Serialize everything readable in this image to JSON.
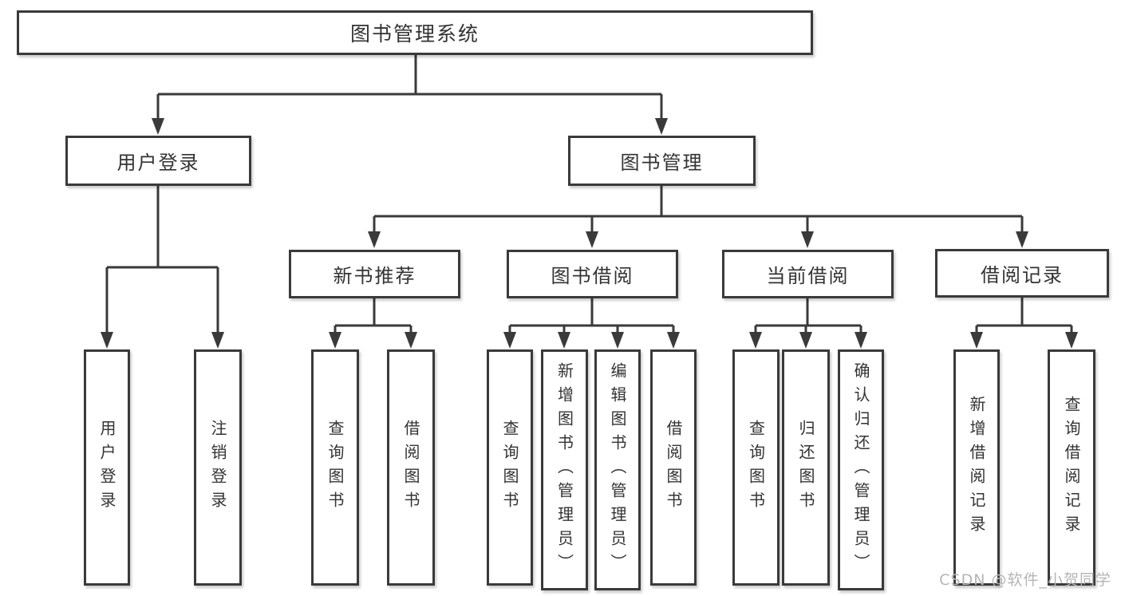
{
  "diagram": {
    "root": {
      "label": "图书管理系统"
    },
    "level2": [
      {
        "label": "用户登录"
      },
      {
        "label": "图书管理"
      }
    ],
    "level3": [
      {
        "label": "新书推荐",
        "parent": "图书管理"
      },
      {
        "label": "图书借阅",
        "parent": "图书管理"
      },
      {
        "label": "当前借阅",
        "parent": "图书管理"
      },
      {
        "label": "借阅记录",
        "parent": "图书管理"
      }
    ],
    "leaves": [
      {
        "label": "用户登录",
        "parent": "用户登录"
      },
      {
        "label": "注销登录",
        "parent": "用户登录"
      },
      {
        "label": "查询图书",
        "parent": "新书推荐"
      },
      {
        "label": "借阅图书",
        "parent": "新书推荐"
      },
      {
        "label": "查询图书",
        "parent": "图书借阅"
      },
      {
        "label": "新增图书（管理员）",
        "parent": "图书借阅"
      },
      {
        "label": "编辑图书（管理员）",
        "parent": "图书借阅"
      },
      {
        "label": "借阅图书",
        "parent": "图书借阅"
      },
      {
        "label": "查询图书",
        "parent": "当前借阅"
      },
      {
        "label": "归还图书",
        "parent": "当前借阅"
      },
      {
        "label": "确认归还（管理员）",
        "parent": "当前借阅"
      },
      {
        "label": "新增借阅记录",
        "parent": "借阅记录"
      },
      {
        "label": "查询借阅记录",
        "parent": "借阅记录"
      }
    ]
  },
  "watermark": "CSDN @软件_小贺同学",
  "colors": {
    "line": "#3a3a3a",
    "text": "#333333",
    "watermark": "#b5b5b5",
    "background": "#ffffff"
  }
}
